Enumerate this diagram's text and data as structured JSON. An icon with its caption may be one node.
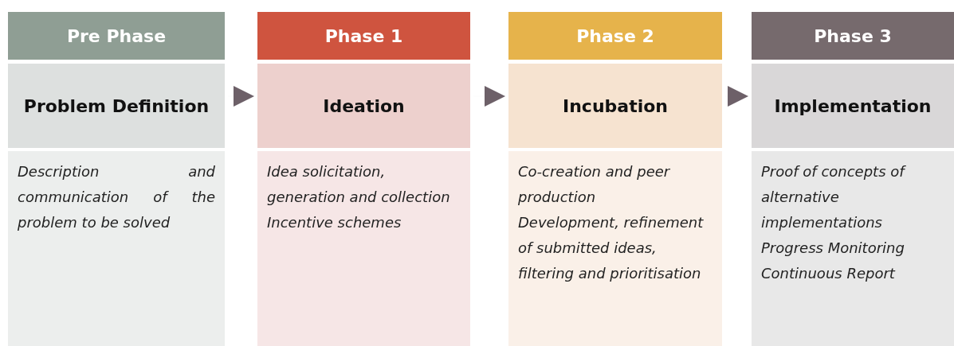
{
  "diagram": {
    "nodes": [
      {
        "text": [
          "Pre Phase"
        ]
      },
      {
        "text": [
          "Problem Definition"
        ]
      },
      {
        "text": [
          "Description and communication of the problem to be solved"
        ]
      },
      {
        "text": [
          "Phase 1"
        ]
      },
      {
        "text": [
          "Ideation"
        ]
      },
      {
        "text": [
          "Idea solicitation, generation and collection",
          "Incentive schemes"
        ]
      },
      {
        "text": [
          "Phase 2"
        ]
      },
      {
        "text": [
          "Incubation"
        ]
      },
      {
        "text": [
          "Co-creation and peer production",
          "Development, refinement of submitted ideas, filtering and prioritisation"
        ]
      },
      {
        "text": [
          "Phase 3"
        ]
      },
      {
        "text": [
          "Implementation"
        ]
      },
      {
        "text": [
          "Proof of concepts of alternative implementations",
          "Progress Monitoring",
          "Continuous Report"
        ]
      }
    ],
    "edges": [
      {
        "from": 1,
        "to": 4,
        "arrow": "to"
      },
      {
        "from": 4,
        "to": 7,
        "arrow": "to"
      },
      {
        "from": 7,
        "to": 10,
        "arrow": "to"
      }
    ]
  }
}
